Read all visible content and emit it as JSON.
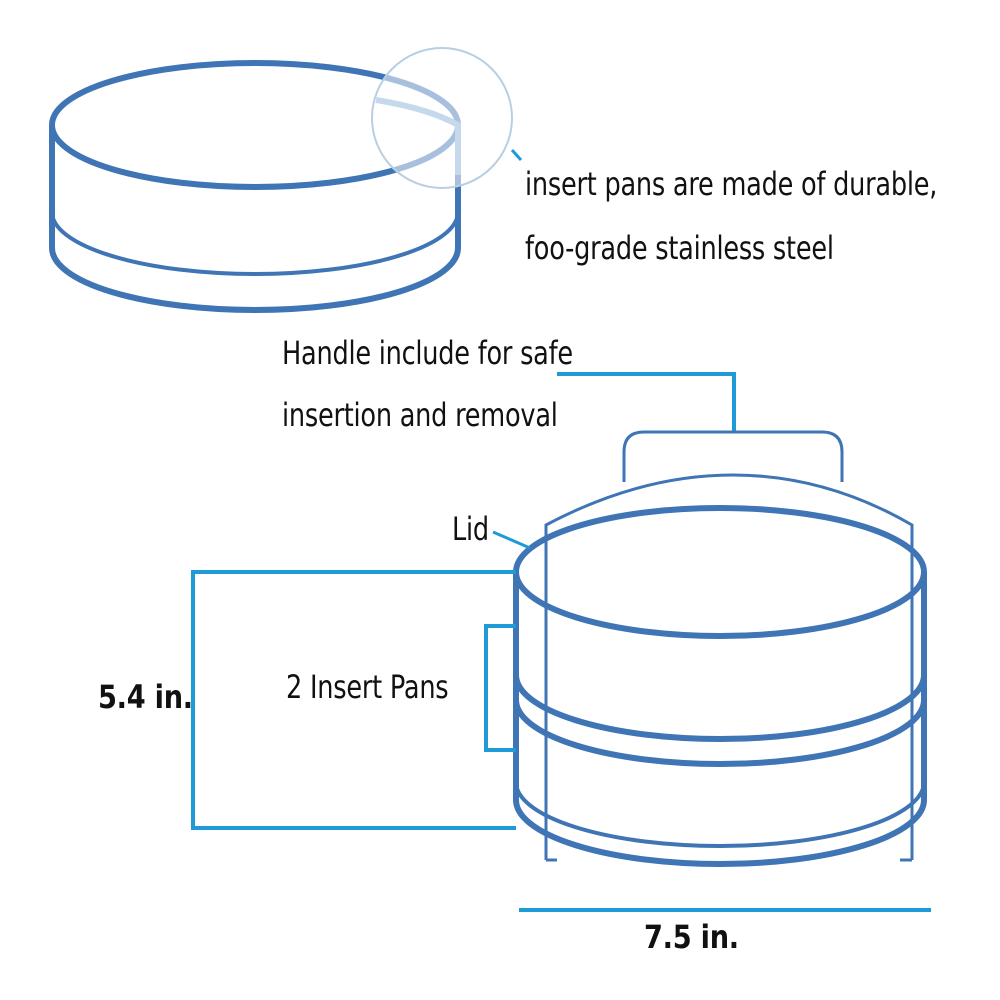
{
  "callouts": {
    "material_line1": "insert pans are made of durable,",
    "material_line2": "foo-grade stainless steel",
    "handle_line1": "Handle include for safe",
    "handle_line2": "insertion and removal"
  },
  "labels": {
    "lid": "Lid",
    "insert_pans": "2 Insert Pans",
    "height": "5.4 in.",
    "width": "7.5 in."
  },
  "colors": {
    "pan_stroke": "#3f74b5",
    "leader_line": "#1e9ad6",
    "magnifier": "#b8cfe3",
    "text": "#111111"
  }
}
